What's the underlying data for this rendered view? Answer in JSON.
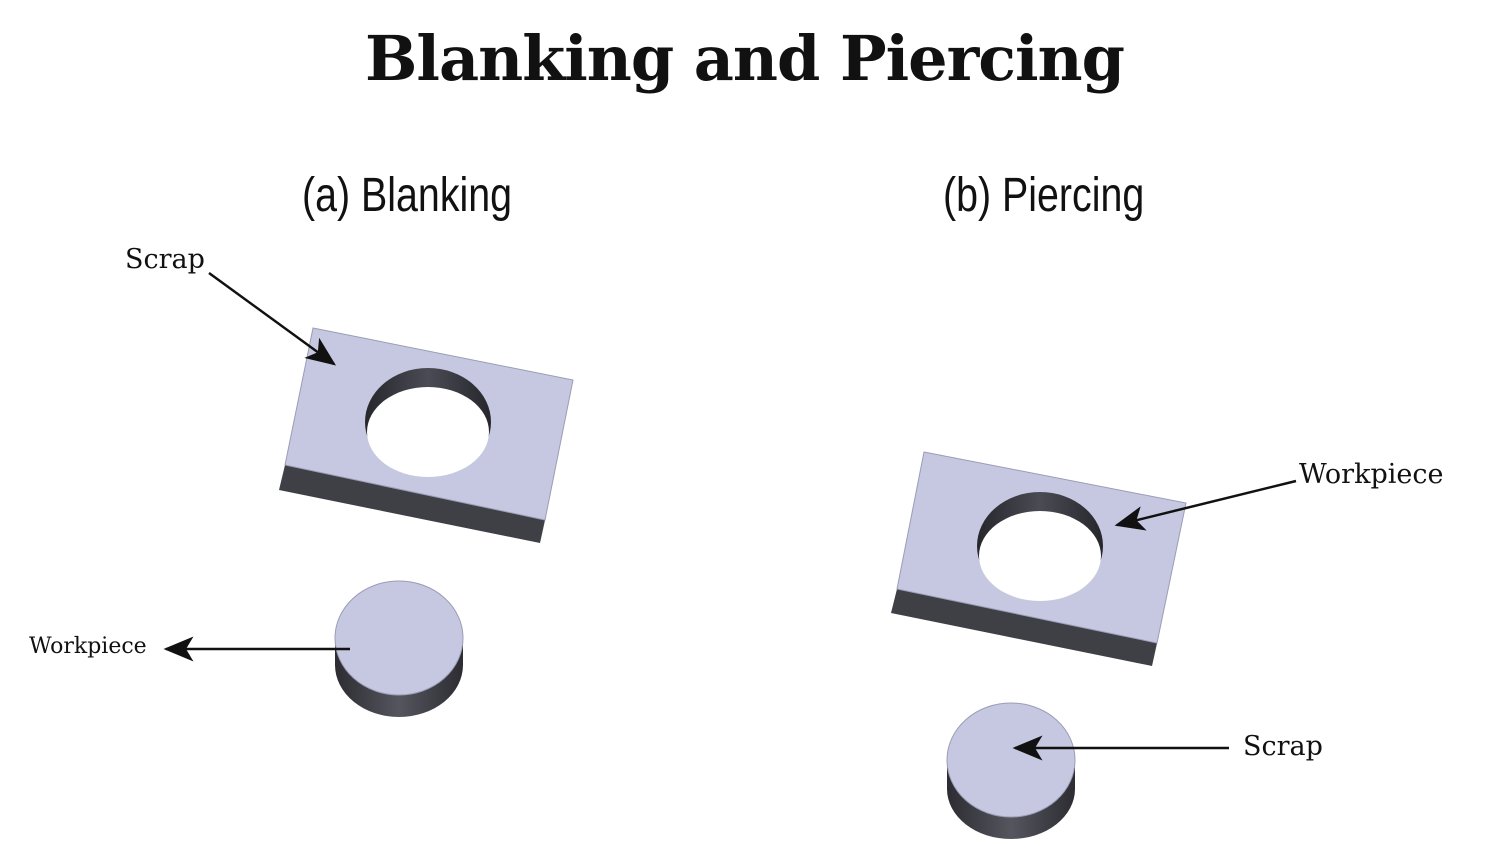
{
  "title": "Blanking and Piercing",
  "panels": {
    "a": {
      "heading": "(a) Blanking",
      "scrap_label": "Scrap",
      "workpiece_label": "Workpiece"
    },
    "b": {
      "heading": "(b) Piercing",
      "workpiece_label": "Workpiece",
      "scrap_label": "Scrap"
    }
  },
  "colors": {
    "face": "#c5c8e0",
    "side": "#4a4a52",
    "hole_wall": "#2f2f35",
    "text": "#111111"
  }
}
